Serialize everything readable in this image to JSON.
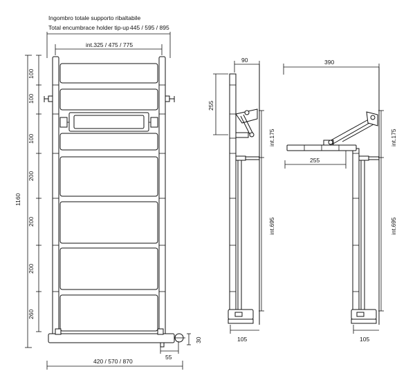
{
  "header": {
    "line_it": "Ingombro totale supporto ribaltabile",
    "line_en": "Total encumbrace holder tip-up",
    "overall_widths": "445 / 595 / 895"
  },
  "front": {
    "inner_width": "int.325 / 475 / 775",
    "total_height": "1160",
    "segments": [
      "100",
      "100",
      "100",
      "200",
      "200",
      "200",
      "260"
    ],
    "base_width": "420 / 570 / 870",
    "offset_h": "55",
    "offset_v": "30"
  },
  "side_closed": {
    "depth": "90",
    "bracket_height": "255",
    "int_upper": "int.175",
    "int_lower": "int.695",
    "base_depth": "105"
  },
  "side_open": {
    "depth": "390",
    "shelf_length": "255",
    "int_upper": "int.175",
    "int_lower": "int.695",
    "base_depth": "105"
  }
}
